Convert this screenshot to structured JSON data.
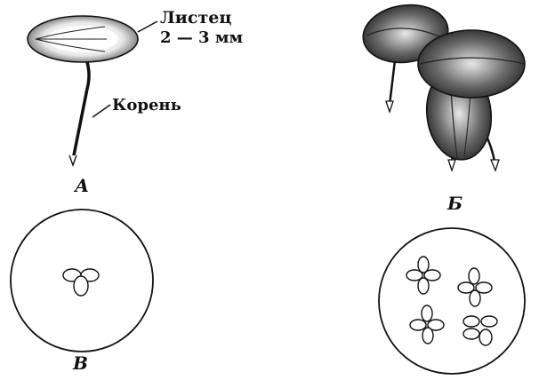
{
  "labels": {
    "frond": "Листец",
    "frond_size": "2 — 3 мм",
    "root": "Корень"
  },
  "panels": {
    "a": "А",
    "b": "Б",
    "v": "В"
  }
}
